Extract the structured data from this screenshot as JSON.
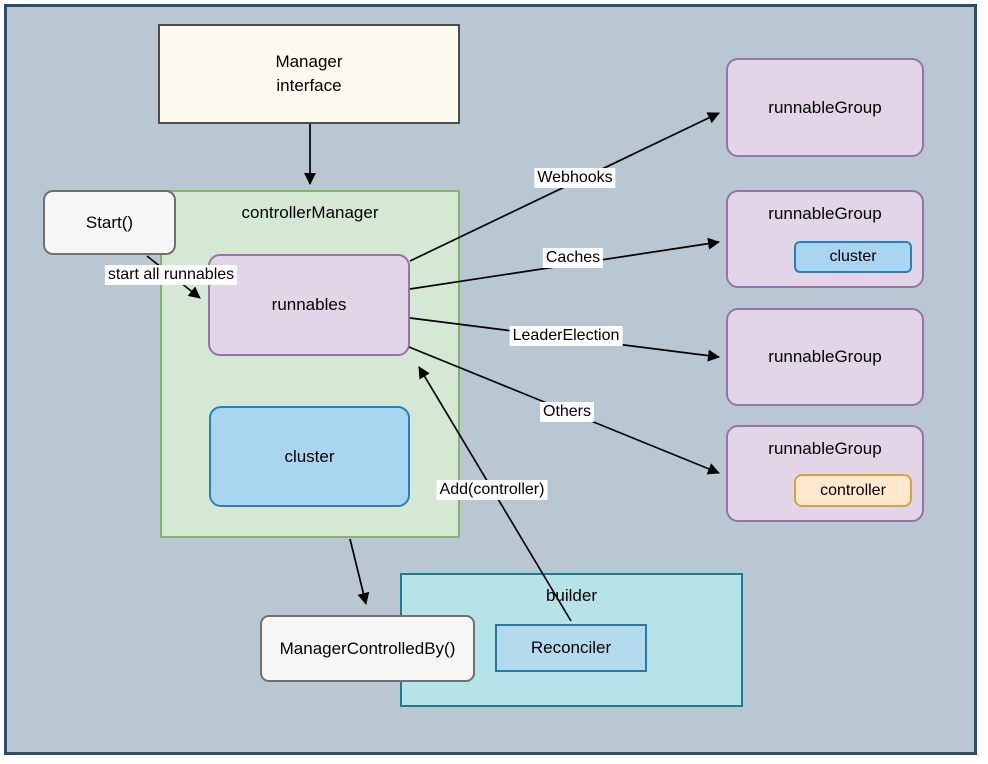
{
  "nodes": {
    "manager_interface": {
      "line1": "Manager",
      "line2": "interface"
    },
    "start": {
      "label": "Start()"
    },
    "controller_manager": {
      "label": "controllerManager"
    },
    "runnables": {
      "label": "runnables"
    },
    "cluster": {
      "label": "cluster"
    },
    "runnable_groups": [
      {
        "label": "runnableGroup"
      },
      {
        "label": "runnableGroup",
        "child_label": "cluster"
      },
      {
        "label": "runnableGroup"
      },
      {
        "label": "runnableGroup",
        "child_label": "controller"
      }
    ],
    "builder": {
      "label": "builder"
    },
    "reconciler": {
      "label": "Reconciler"
    },
    "manager_controlled_by": {
      "label": "ManagerControlledBy()"
    }
  },
  "edge_labels": {
    "start_all_runnables": "start all runnables",
    "webhooks": "Webhooks",
    "caches": "Caches",
    "leader_election": "LeaderElection",
    "others": "Others",
    "add_controller": "Add(controller)"
  },
  "colors": {
    "canvas_background": "#b9c7d2",
    "frame_border": "#2e4d68",
    "green_fill": "#d5e8d4",
    "green_stroke": "#82b366",
    "purple_fill": "#e1d5e7",
    "purple_stroke": "#9673a6",
    "blue_fill": "#a9d5f0",
    "blue_stroke": "#2980b9",
    "teal_fill": "#b5e3e7",
    "teal_stroke": "#1a7f8c",
    "reconciler_fill": "#b4daee",
    "reconciler_stroke": "#2e75a8",
    "cream_fill": "#fdfbef",
    "cream_stroke": "#4d4d4d",
    "plain_fill": "#f6f6f6",
    "plain_stroke": "#707070",
    "orange_fill": "#ffe8cd",
    "orange_stroke": "#d8a33d",
    "arrow": "#000000"
  }
}
